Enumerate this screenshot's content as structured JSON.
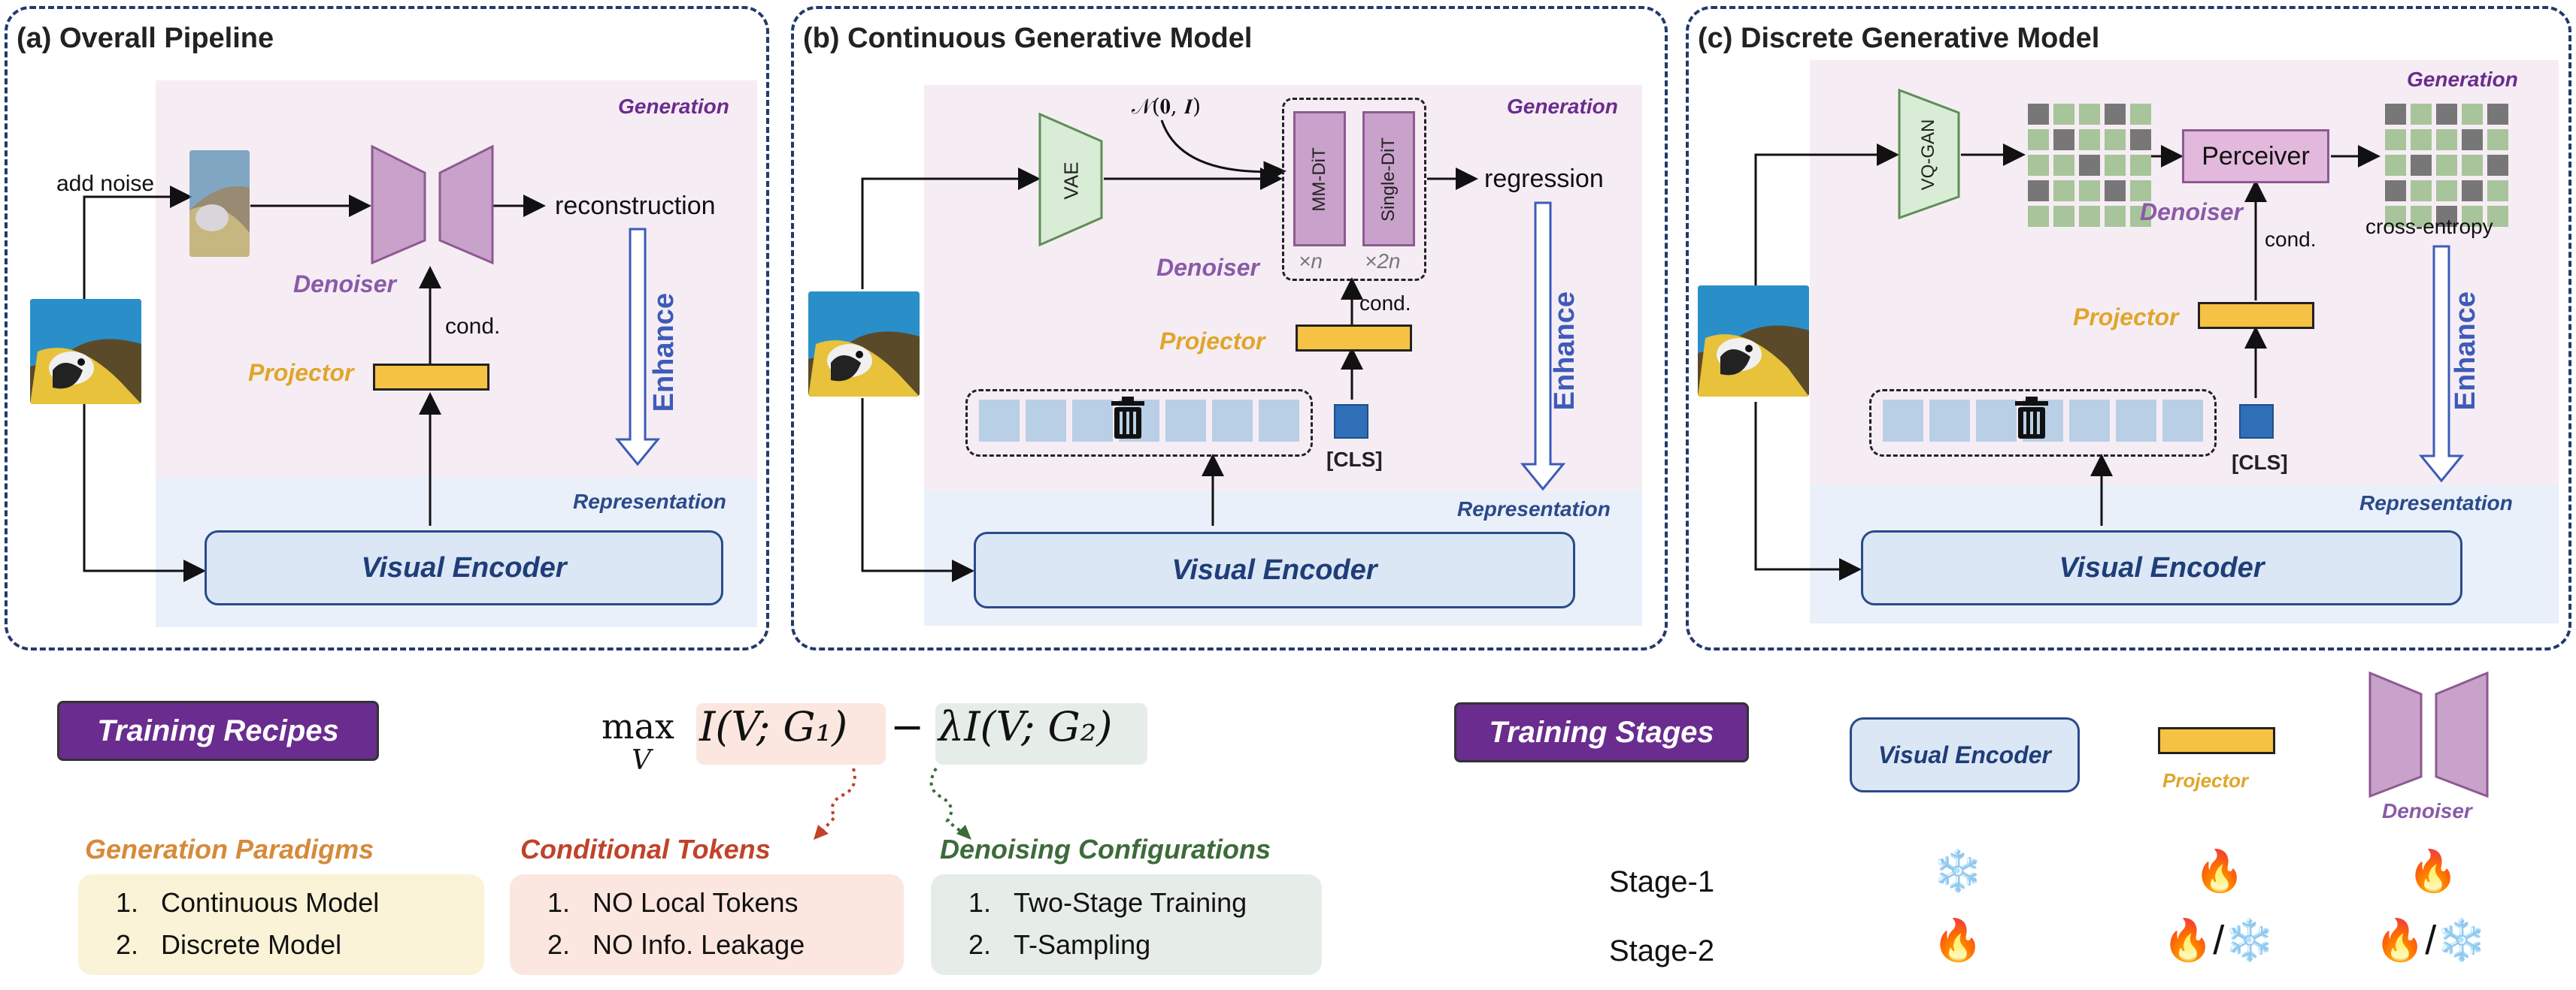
{
  "panels": {
    "a": {
      "title": "(a) Overall Pipeline",
      "generation": "Generation",
      "representation": "Representation",
      "add_noise": "add noise",
      "reconstruction": "reconstruction",
      "denoiser": "Denoiser",
      "cond": "cond.",
      "projector": "Projector",
      "enhance": "Enhance",
      "encoder": "Visual Encoder"
    },
    "b": {
      "title": "(b) Continuous Generative Model",
      "generation": "Generation",
      "representation": "Representation",
      "noise": "𝒩(𝟎, 𝑰)",
      "vae": "VAE",
      "mmdit": "MM-DiT",
      "singledit": "Single-DiT",
      "times_n": "×n",
      "times_2n": "×2n",
      "regression": "regression",
      "denoiser": "Denoiser",
      "cond": "cond.",
      "projector": "Projector",
      "cls": "[CLS]",
      "enhance": "Enhance",
      "encoder": "Visual Encoder"
    },
    "c": {
      "title": "(c) Discrete Generative Model",
      "generation": "Generation",
      "representation": "Representation",
      "vqgan": "VQ-GAN",
      "perceiver": "Perceiver",
      "denoiser": "Denoiser",
      "cross_entropy": "cross-entropy",
      "cond": "cond.",
      "projector": "Projector",
      "cls": "[CLS]",
      "enhance": "Enhance",
      "encoder": "Visual Encoder"
    }
  },
  "recipes": {
    "button": "Training Recipes",
    "equation_max": "max",
    "equation_sub": "V",
    "equation_term1": "I(V; G₁)",
    "equation_minus": "−",
    "equation_term2": "λI(V; G₂)",
    "groups": [
      {
        "title": "Generation Paradigms",
        "items": [
          "Continuous Model",
          "Discrete Model"
        ],
        "color": "#d68a3a",
        "bg": "#fbf3d7"
      },
      {
        "title": "Conditional Tokens",
        "items": [
          "NO Local Tokens",
          "NO Info. Leakage"
        ],
        "color": "#c0432a",
        "bg": "#fbe7df"
      },
      {
        "title": "Denoising Configurations",
        "items": [
          "Two-Stage Training",
          "T-Sampling"
        ],
        "color": "#3c6b3a",
        "bg": "#e6ede8"
      }
    ]
  },
  "stages": {
    "button": "Training Stages",
    "components": {
      "encoder": "Visual Encoder",
      "projector": "Projector",
      "denoiser": "Denoiser"
    },
    "rows": [
      {
        "label": "Stage-1",
        "encoder": "❄️",
        "projector": "🔥",
        "denoiser": "🔥"
      },
      {
        "label": "Stage-2",
        "encoder": "🔥",
        "projector": "🔥/❄️",
        "denoiser": "🔥/❄️"
      }
    ]
  },
  "icons": {
    "frozen": "snowflake-icon",
    "trainable": "fire-icon",
    "discard": "trash-icon"
  }
}
